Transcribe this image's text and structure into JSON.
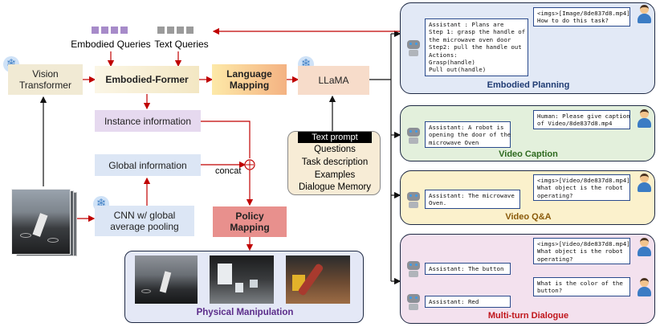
{
  "colors": {
    "panel_border": "#1f2a44",
    "arrow_red": "#c00000",
    "arrow_black": "#111111",
    "query_purple": "#a78bc9",
    "query_gray": "#9b9b9b",
    "bubble_border": "#2a4a8c"
  },
  "queries": {
    "embodied_label": "Embodied Queries",
    "text_label": "Text Queries"
  },
  "boxes": {
    "vision_transformer": "Vision Transformer",
    "embodied_former": "Embodied-Former",
    "language_mapping": "Language Mapping",
    "llama": "LLaMA",
    "instance_info": "Instance information",
    "global_info": "Global information",
    "cnn": "CNN w/ global average pooling",
    "policy_mapping": "Policy Mapping",
    "concat": "concat"
  },
  "text_prompt": {
    "title": "Text prompt",
    "items": [
      "Questions",
      "Task description",
      "Examples",
      "Dialogue Memory"
    ]
  },
  "physical_manipulation": {
    "title": "Physical Manipulation"
  },
  "panels": {
    "embodied_planning": {
      "title": "Embodied Planning",
      "human": "<imgs>[Image/8de837d8.mp4]\nHow to do this task?",
      "assistant": "Assistant : Plans are\nStep 1: grasp the handle of\nthe microwave oven door\nStep2: pull the handle out\nActions:\nGrasp(handle)\nPull out(handle)"
    },
    "video_caption": {
      "title": "Video Caption",
      "human": "Human: Please give caption\nof Video/8de837d8.mp4",
      "assistant": "Assistant: A robot is\nopening the door of the\nmicrowave Oven"
    },
    "video_qa": {
      "title": "Video Q&A",
      "human": "<imgs>[Video/8de837d8.mp4]\nWhat object is the robot\noperating?",
      "assistant": "Assistant: The microwave\nOven."
    },
    "multi_turn": {
      "title": "Multi-turn Dialogue",
      "human1": "<imgs>[Video/8de837d8.mp4]\nWhat object is the robot\noperating?",
      "assistant1": "Assistant: The button",
      "human2": "What is the color of the\nbutton?",
      "assistant2": "Assistant: Red"
    }
  }
}
